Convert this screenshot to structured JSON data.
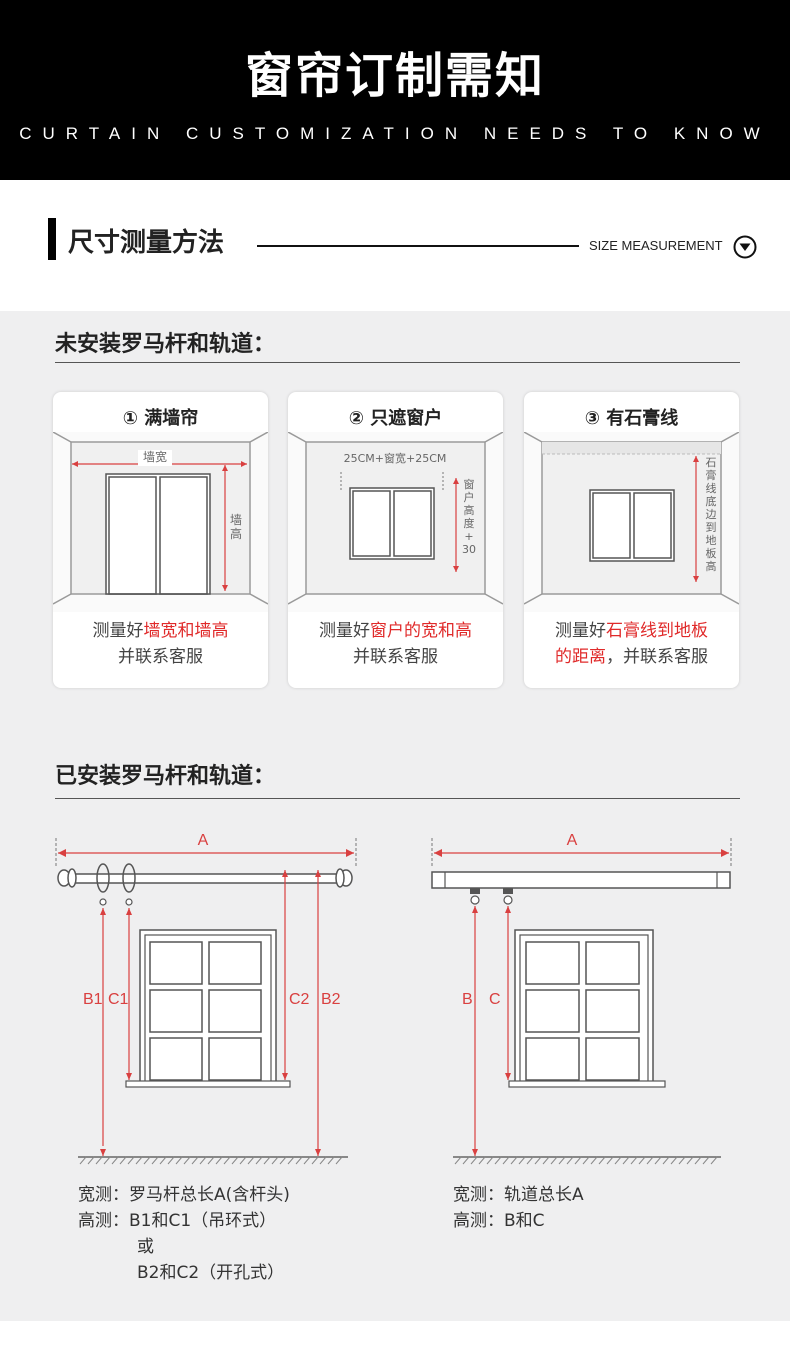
{
  "header": {
    "title": "窗帘订制需知",
    "subtitle": "CURTAIN CUSTOMIZATION NEEDS TO KNOW"
  },
  "section": {
    "title": "尺寸测量方法",
    "en_label": "SIZE MEASUREMENT",
    "icon": "chevron-down-circle-icon"
  },
  "not_installed": {
    "heading": "未安装罗马杆和轨道：",
    "cards": [
      {
        "title": "① 满墙帘",
        "labels": {
          "width": "墙宽",
          "height": "墙高"
        },
        "desc": [
          {
            "text": "测量好",
            "red": false
          },
          {
            "text": "墙宽和墙高",
            "red": true
          },
          {
            "text": "并联系客服",
            "red": false,
            "newline": true
          }
        ]
      },
      {
        "title": "② 只遮窗户",
        "labels": {
          "width": "25CM+窗宽+25CM",
          "height": "窗户高度+30"
        },
        "desc": [
          {
            "text": "测量好",
            "red": false
          },
          {
            "text": "窗户的宽和高",
            "red": true
          },
          {
            "text": "并联系客服",
            "red": false,
            "newline": true
          }
        ]
      },
      {
        "title": "③ 有石膏线",
        "labels": {
          "height": "石膏线底边到地板高"
        },
        "desc": [
          {
            "text": "测量好",
            "red": false
          },
          {
            "text": "石膏线到地板",
            "red": true
          },
          {
            "text": "的距离",
            "red": true,
            "newline": true
          },
          {
            "text": "，并联系客服",
            "red": false
          }
        ]
      }
    ]
  },
  "installed": {
    "heading": "已安装罗马杆和轨道：",
    "rod": {
      "labels": {
        "a": "A",
        "b1": "B1",
        "c1": "C1",
        "c2": "C2",
        "b2": "B2"
      },
      "notes": [
        {
          "key": "宽测：",
          "value": "罗马杆总长A(含杆头)"
        },
        {
          "key": "高测：",
          "value": "B1和C1（吊环式）"
        },
        {
          "key": "",
          "value": "或"
        },
        {
          "key": "",
          "value": "B2和C2（开孔式）"
        }
      ]
    },
    "track": {
      "labels": {
        "a": "A",
        "b": "B",
        "c": "C"
      },
      "notes": [
        {
          "key": "宽测：",
          "value": "轨道总长A"
        },
        {
          "key": "高测：",
          "value": "B和C"
        }
      ]
    }
  },
  "colors": {
    "accent_red": "#e02a2a",
    "diagram_red": "#d94040",
    "banner_bg": "#000000",
    "panel_bg": "#efeff0"
  }
}
